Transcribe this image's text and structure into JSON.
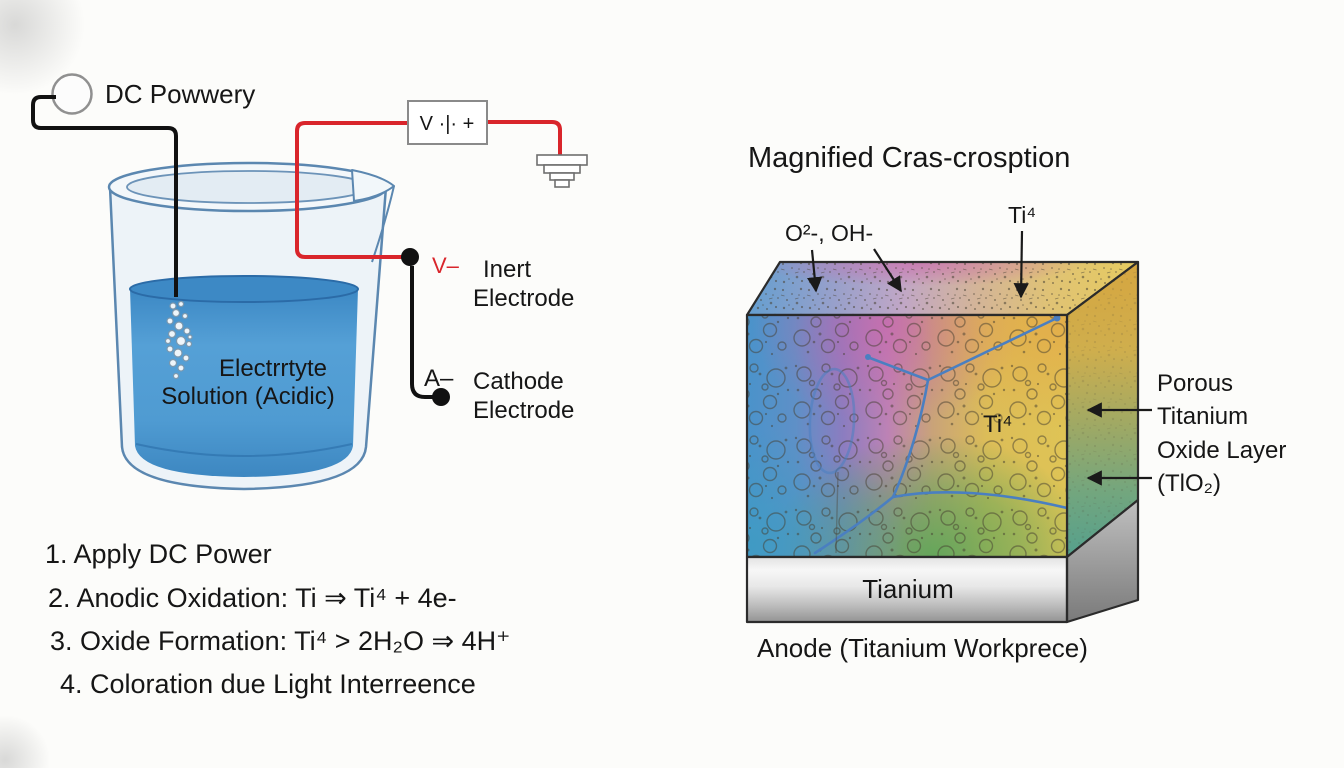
{
  "colors": {
    "wire_red": "#d9252b",
    "wire_black": "#111111",
    "ink": "#161616",
    "grain_blue": "#4a7fc1",
    "liquid_blue": "#4a98d3"
  },
  "left_diagram": {
    "dc_power_label": "DC Powwery",
    "meter_label": "V ·|· +",
    "inert_terminal_label": "V–",
    "inert_label_line1": "Inert",
    "inert_label_line2": "Electrode",
    "cathode_terminal_label": "A–",
    "cathode_label_line1": "Cathode",
    "cathode_label_line2": "Electrode",
    "solution_label_line1": "Electrrtyte",
    "solution_label_line2": "Solution (Acidic)"
  },
  "steps": [
    "1. Apply DC Power",
    "2. Anodic Oxidation: Ti ⇒ Ti⁴ + 4e-",
    "3. Oxide Formation: Ti⁴ > 2H₂O ⇒ 4H⁺",
    "4. Coloration due Light Interreence"
  ],
  "right_diagram": {
    "title": "Magnified Cras-crosption",
    "ions_label": "O²-, OH-",
    "ti_ion_label": "Ti⁴",
    "ti_inner_label": "Ti⁴",
    "layer_label_line1": "Porous",
    "layer_label_line2": "Titanium",
    "layer_label_line3": "Oxide Layer",
    "layer_label_line4": "(TlO₂)",
    "substrate_label": "Tianium",
    "caption": "Anode (Titanium Workprece)"
  }
}
